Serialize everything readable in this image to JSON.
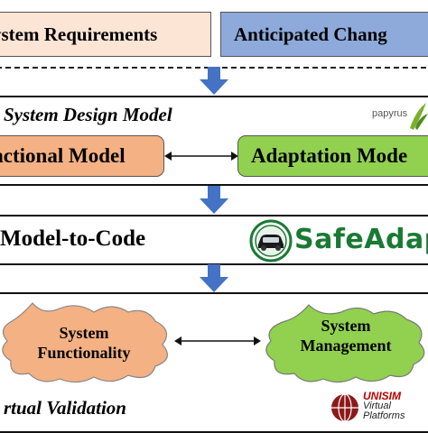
{
  "top": {
    "system_requirements": "ystem Requirements",
    "anticipated_changes": "Anticipated Chang"
  },
  "design": {
    "title": "System Design Model",
    "functional_model": "nctional Model",
    "adaptation_model": "Adaptation Mode",
    "logo": "papyrus"
  },
  "code": {
    "title": "Model-to-Code",
    "logo": "SafeAdap"
  },
  "validation": {
    "title": "rtual Validation",
    "system_functionality": [
      "System",
      "Functionality"
    ],
    "system_management": [
      "System",
      "Management"
    ],
    "logo_line1": "UNISIM",
    "logo_line2": "Virtual",
    "logo_line3": "Platforms"
  },
  "colors": {
    "requirements_fill": "#fde5d6",
    "changes_fill": "#8eaadb",
    "functional_fill": "#f4b183",
    "adaptation_fill": "#92d050",
    "arrow_blue": "#4472c4",
    "logo_green": "#1a7a34"
  }
}
